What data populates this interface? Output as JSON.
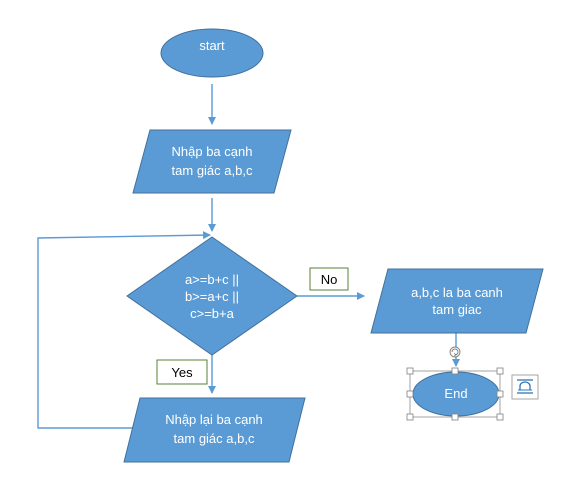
{
  "flowchart": {
    "start": "start",
    "input": [
      "Nhập ba cạnh",
      "tam giác a,b,c"
    ],
    "condition": [
      "a>=b+c ||",
      "b>=a+c ||",
      "c>=b+a"
    ],
    "no_label": "No",
    "yes_label": "Yes",
    "output": [
      "a,b,c la ba canh",
      "tam giac"
    ],
    "reinput": [
      "Nhập lại ba cạnh",
      "tam giác a,b,c"
    ],
    "end": "End"
  },
  "colors": {
    "shape_fill": "#5b9bd5",
    "shape_border": "#41719c",
    "connector": "#5b9bd5",
    "label_box_border": "#548235"
  },
  "icons": {
    "layout_options": "layout-options-icon",
    "rotate_handle": "rotate-handle-icon"
  }
}
